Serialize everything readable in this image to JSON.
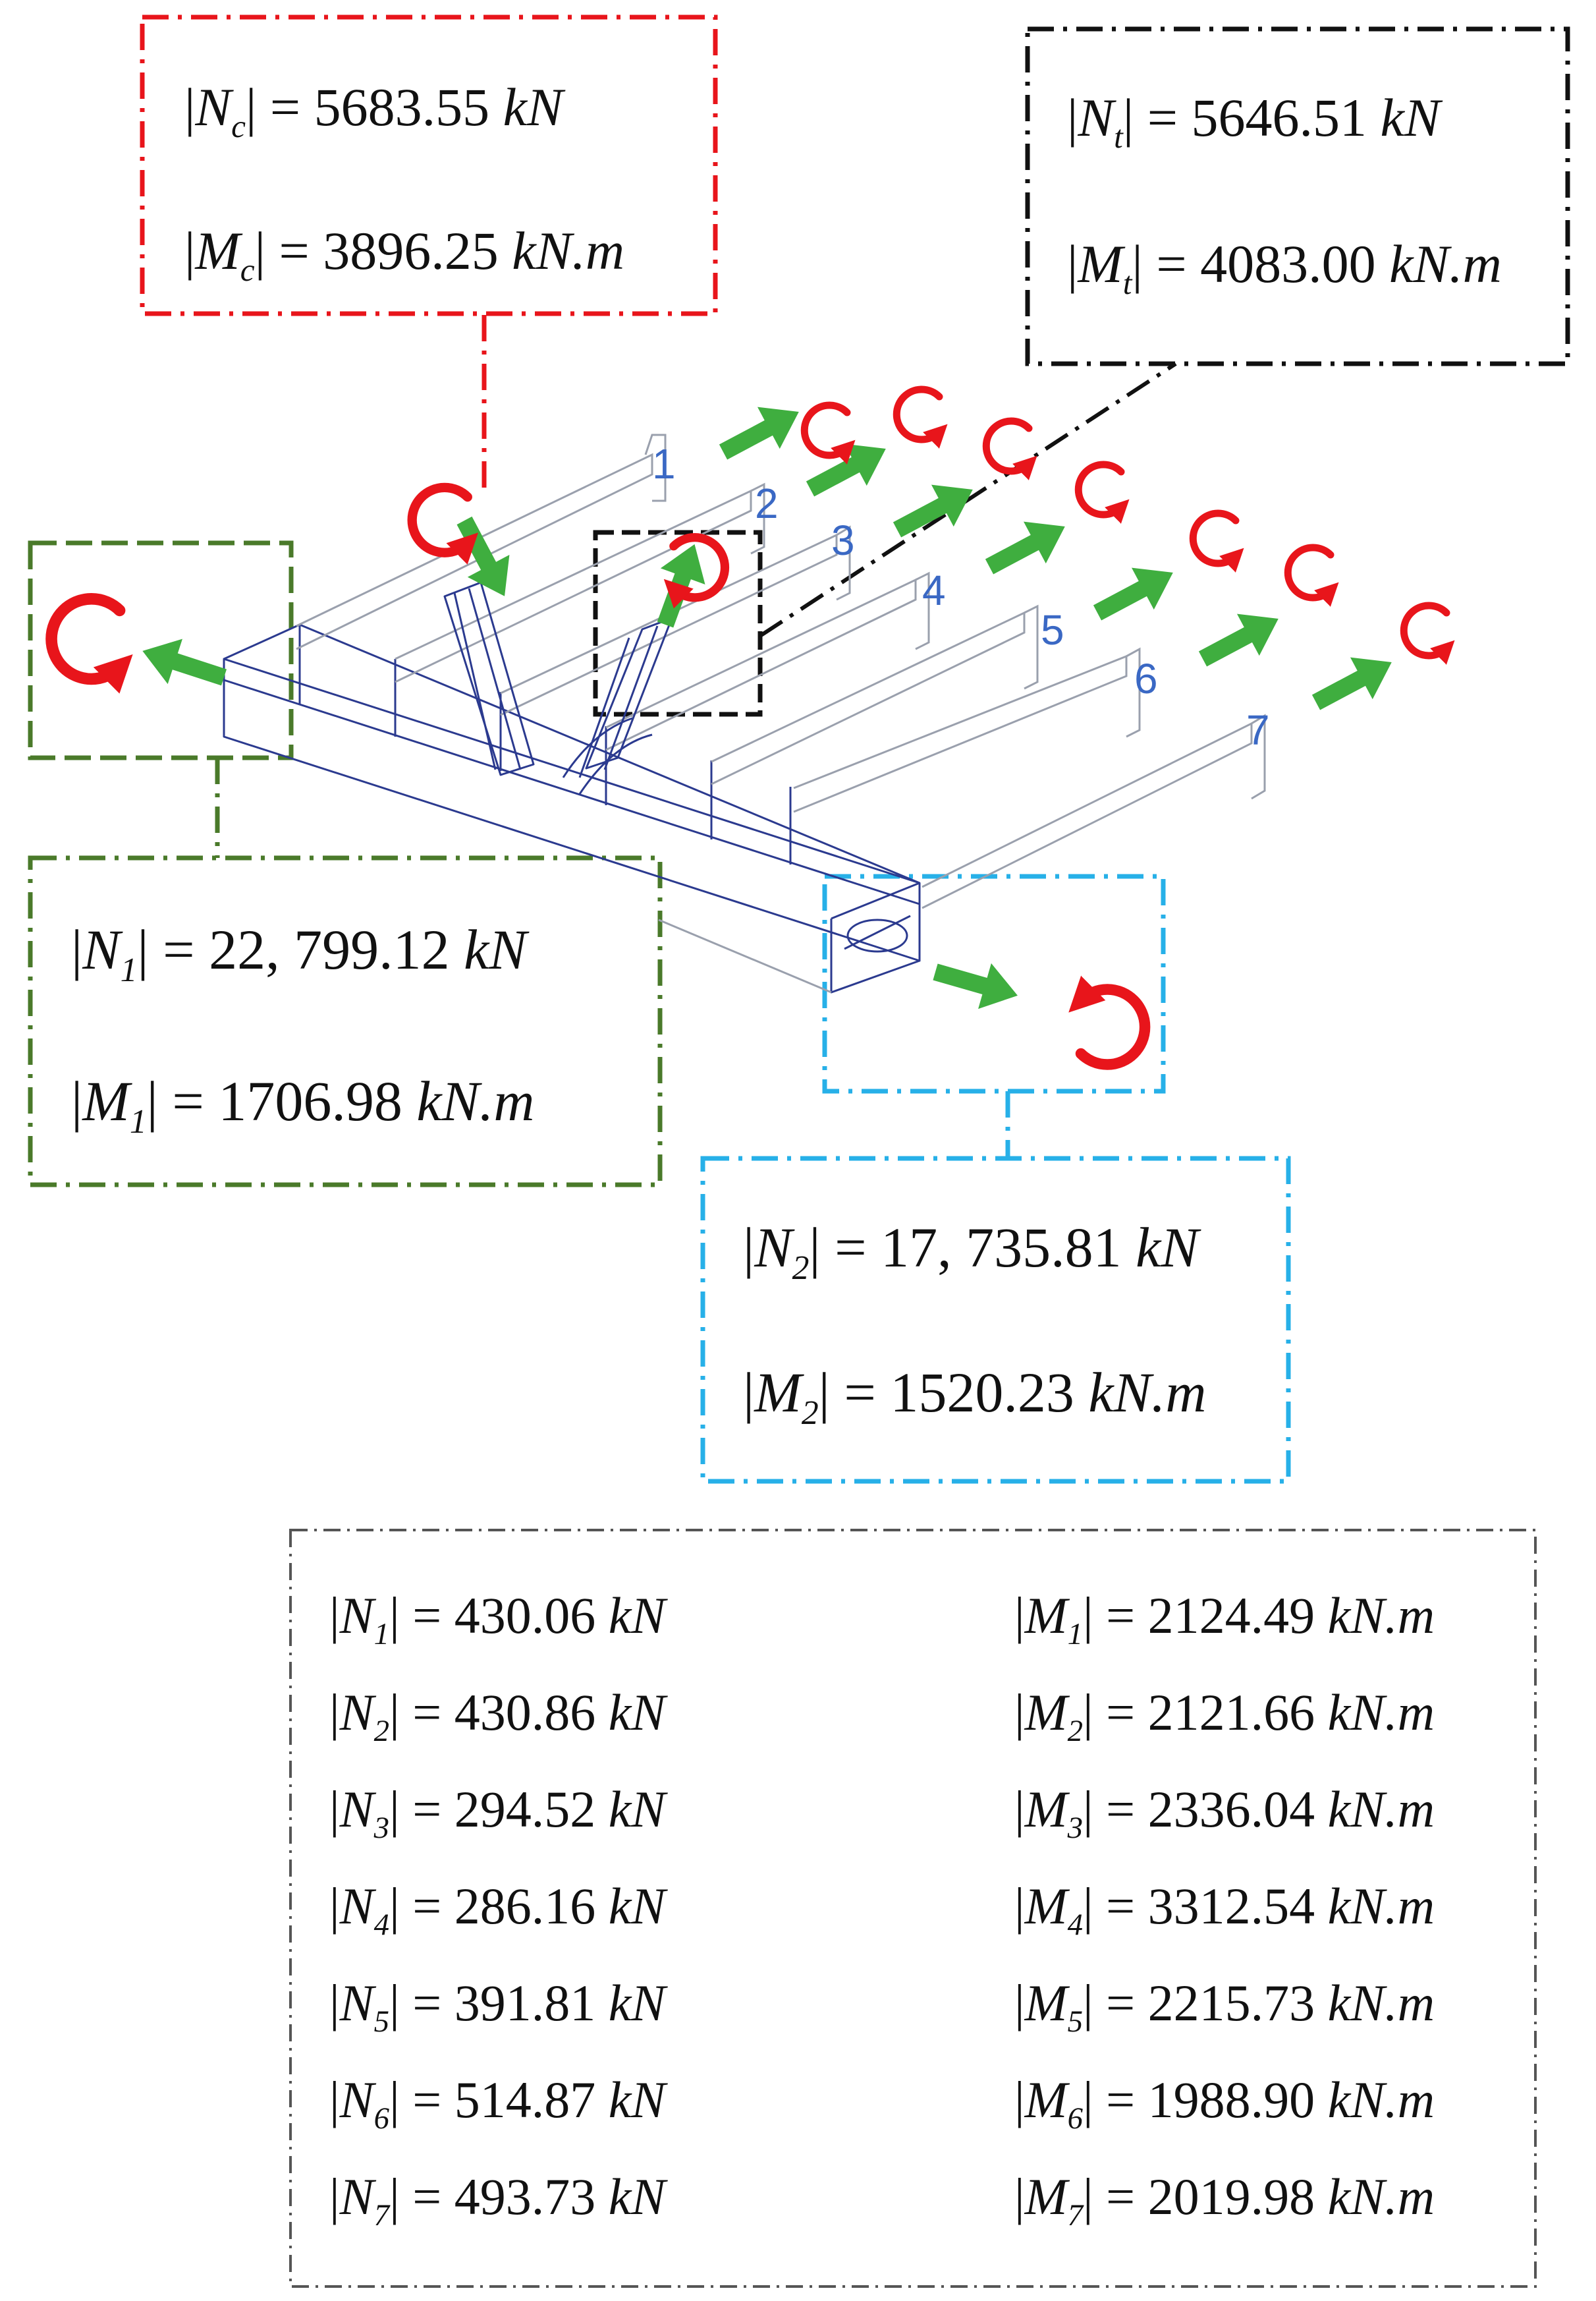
{
  "chord": {
    "N": {
      "sym": "N",
      "sub": "c",
      "value": "5683.55",
      "unit": "kN"
    },
    "M": {
      "sym": "M",
      "sub": "c",
      "value": "3896.25",
      "unit": "kN.m"
    },
    "color": "#e8151b"
  },
  "tension": {
    "N": {
      "sym": "N",
      "sub": "t",
      "value": "5646.51",
      "unit": "kN"
    },
    "M": {
      "sym": "M",
      "sub": "t",
      "value": "4083.00",
      "unit": "kN.m"
    },
    "color": "#111111"
  },
  "end1": {
    "N": {
      "sym": "N",
      "sub": "1",
      "value": "22, 799.12",
      "unit": "kN"
    },
    "M": {
      "sym": "M",
      "sub": "1",
      "value": "1706.98",
      "unit": "kN.m"
    },
    "color": "#4a7a2a"
  },
  "end2": {
    "N": {
      "sym": "N",
      "sub": "2",
      "value": "17, 735.81",
      "unit": "kN"
    },
    "M": {
      "sym": "M",
      "sub": "2",
      "value": "1520.23",
      "unit": "kN.m"
    },
    "color": "#27b0e8"
  },
  "beam_labels": [
    "1",
    "2",
    "3",
    "4",
    "5",
    "6",
    "7"
  ],
  "beams": {
    "N": [
      {
        "sym": "N",
        "sub": "1",
        "value": "430.06",
        "unit": "kN"
      },
      {
        "sym": "N",
        "sub": "2",
        "value": "430.86",
        "unit": "kN"
      },
      {
        "sym": "N",
        "sub": "3",
        "value": "294.52",
        "unit": "kN"
      },
      {
        "sym": "N",
        "sub": "4",
        "value": "286.16",
        "unit": "kN"
      },
      {
        "sym": "N",
        "sub": "5",
        "value": "391.81",
        "unit": "kN"
      },
      {
        "sym": "N",
        "sub": "6",
        "value": "514.87",
        "unit": "kN"
      },
      {
        "sym": "N",
        "sub": "7",
        "value": "493.73",
        "unit": "kN"
      }
    ],
    "M": [
      {
        "sym": "M",
        "sub": "1",
        "value": "2124.49",
        "unit": "kN.m"
      },
      {
        "sym": "M",
        "sub": "2",
        "value": "2121.66",
        "unit": "kN.m"
      },
      {
        "sym": "M",
        "sub": "3",
        "value": "2336.04",
        "unit": "kN.m"
      },
      {
        "sym": "M",
        "sub": "4",
        "value": "3312.54",
        "unit": "kN.m"
      },
      {
        "sym": "M",
        "sub": "5",
        "value": "2215.73",
        "unit": "kN.m"
      },
      {
        "sym": "M",
        "sub": "6",
        "value": "1988.90",
        "unit": "kN.m"
      },
      {
        "sym": "M",
        "sub": "7",
        "value": "2019.98",
        "unit": "kN.m"
      }
    ],
    "color": "#555555"
  },
  "icons": {
    "force": "force-arrow-icon",
    "moment": "moment-arrow-icon"
  },
  "arrow_colors": {
    "force": "#3fae3f",
    "moment": "#e8151b"
  }
}
